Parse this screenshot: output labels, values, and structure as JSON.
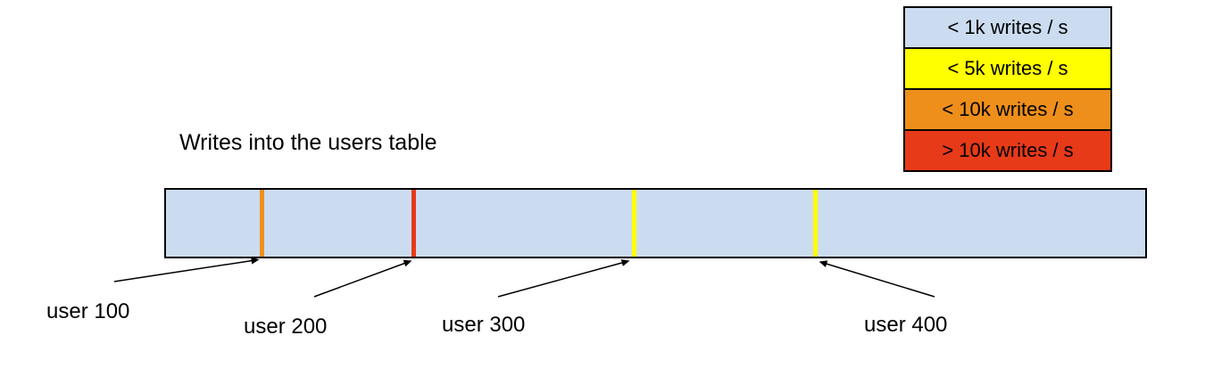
{
  "title": "Writes into the users table",
  "colors": {
    "bar_fill": "#ccdcf0",
    "border": "#000000",
    "blue": "#ccdcf0",
    "yellow": "#ffff00",
    "orange": "#ee8f1b",
    "red": "#e73a18"
  },
  "legend": {
    "items": [
      {
        "label": "< 1k writes / s",
        "color": "#ccdcf0"
      },
      {
        "label": "< 5k writes / s",
        "color": "#ffff00"
      },
      {
        "label": "< 10k writes / s",
        "color": "#ee8f1b"
      },
      {
        "label": "> 10k writes / s",
        "color": "#e73a18"
      }
    ]
  },
  "bar": {
    "ticks": [
      {
        "user": "user 100",
        "rate": "< 10k writes / s",
        "color": "#ee8f1b"
      },
      {
        "user": "user 200",
        "rate": "> 10k writes / s",
        "color": "#e73a18"
      },
      {
        "user": "user 300",
        "rate": "< 5k writes / s",
        "color": "#ffff00"
      },
      {
        "user": "user 400",
        "rate": "< 5k writes / s",
        "color": "#ffff00"
      }
    ]
  }
}
